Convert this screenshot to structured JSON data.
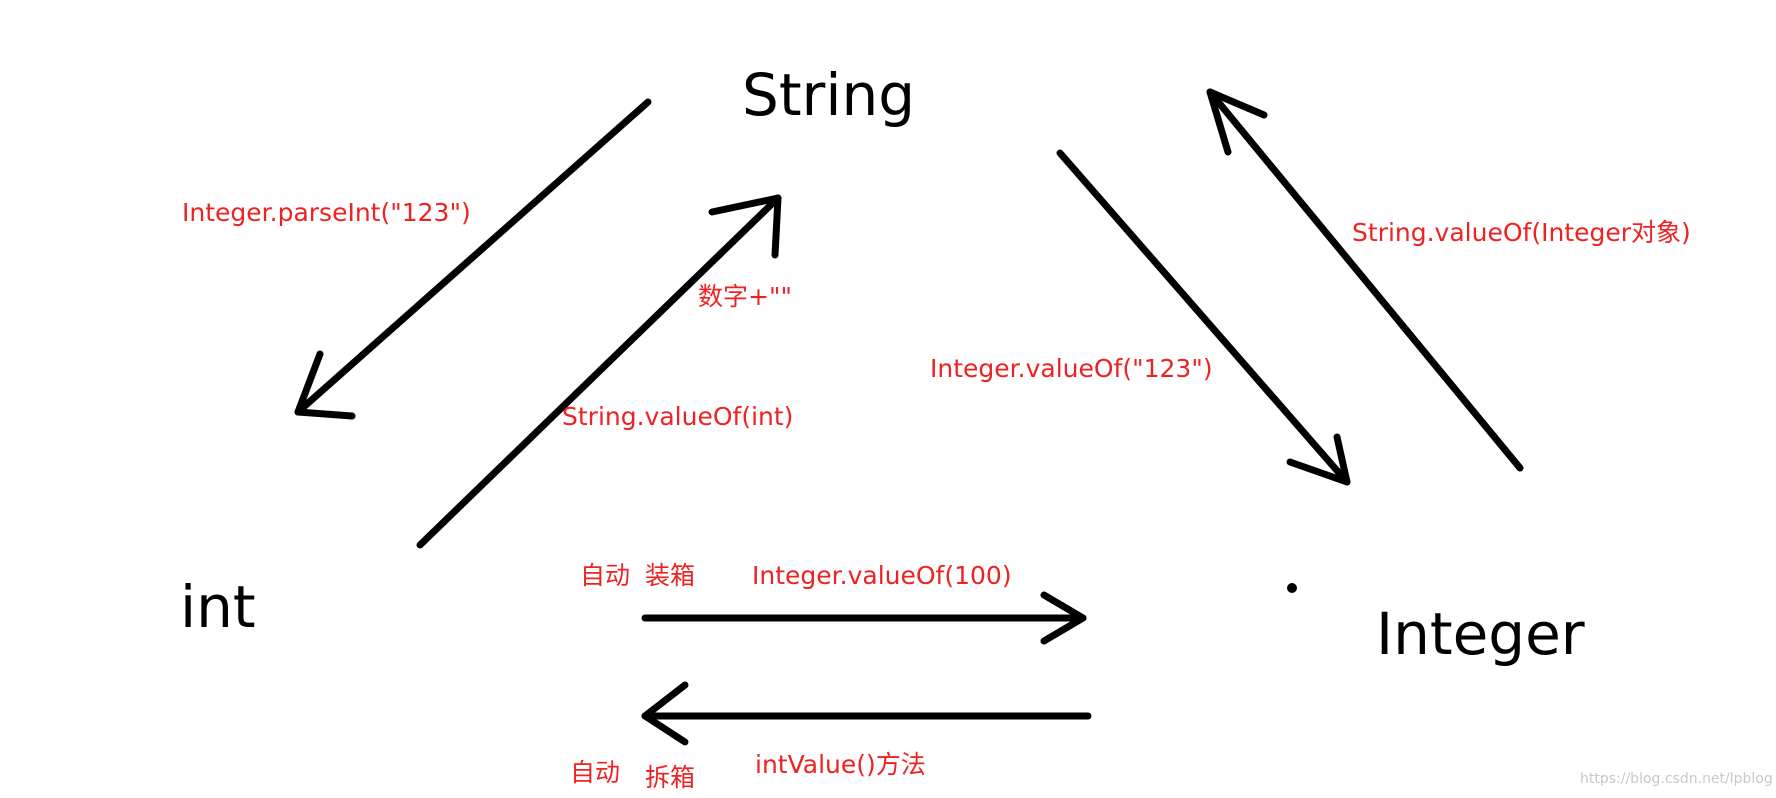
{
  "nodes": {
    "string": "String",
    "int": "int",
    "integer": "Integer"
  },
  "labels": {
    "parse_int": "Integer.parseInt(\"123\")",
    "number_plus_empty": "数字+\"\"",
    "string_value_of_int": "String.valueOf(int)",
    "string_value_of_integer": "String.valueOf(Integer对象)",
    "integer_value_of_string": "Integer.valueOf(\"123\")",
    "autobox_word1": "自动",
    "autobox_word2": "装箱",
    "integer_value_of_100": "Integer.valueOf(100)",
    "unbox_word1": "自动",
    "unbox_word2": "拆箱",
    "int_value_method": "intValue()方法"
  },
  "watermark": "https://blog.csdn.net/lpblog",
  "colors": {
    "node_text": "#000000",
    "label_text": "#ee2222",
    "arrow": "#000000",
    "background": "#ffffff"
  }
}
